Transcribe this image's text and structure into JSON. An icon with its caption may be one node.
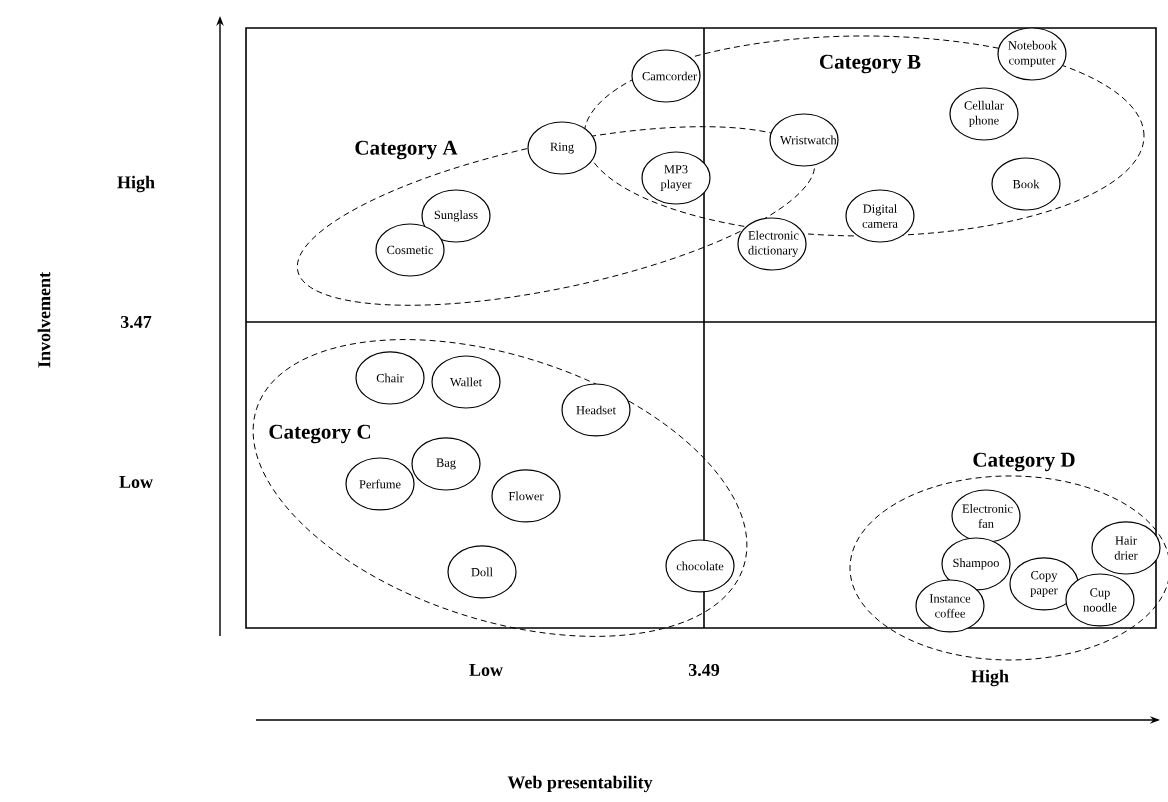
{
  "diagram": {
    "nodes": [
      {
        "text": [
          "Category A"
        ]
      },
      {
        "text": [
          "Category B"
        ]
      },
      {
        "text": [
          "Category C"
        ]
      },
      {
        "text": [
          "Category D"
        ]
      },
      {
        "text": [
          "Camcorder"
        ],
        "in": 1
      },
      {
        "text": [
          "Notebook computer"
        ],
        "in": 1
      },
      {
        "text": [
          "Cellular phone"
        ],
        "in": 1
      },
      {
        "text": [
          "Wristwatch"
        ],
        "in": 1
      },
      {
        "text": [
          "Ring"
        ],
        "in": 0
      },
      {
        "text": [
          "MP3 player"
        ]
      },
      {
        "text": [
          "Book"
        ],
        "in": 1
      },
      {
        "text": [
          "Sunglass"
        ],
        "in": 0
      },
      {
        "text": [
          "Digital camera"
        ],
        "in": 1
      },
      {
        "text": [
          "Electronic dictionary"
        ],
        "in": 0
      },
      {
        "text": [
          "Cosmetic"
        ],
        "in": 0
      },
      {
        "text": [
          "Chair"
        ],
        "in": 2
      },
      {
        "text": [
          "Wallet"
        ],
        "in": 2
      },
      {
        "text": [
          "Headset"
        ],
        "in": 2
      },
      {
        "text": [
          "Bag"
        ],
        "in": 2
      },
      {
        "text": [
          "Perfume"
        ],
        "in": 2
      },
      {
        "text": [
          "Flower"
        ],
        "in": 2
      },
      {
        "text": [
          "Electronic fan"
        ],
        "in": 3
      },
      {
        "text": [
          "Hair drier"
        ],
        "in": 3
      },
      {
        "text": [
          "Shampoo"
        ],
        "in": 3
      },
      {
        "text": [
          "Doll"
        ],
        "in": 2
      },
      {
        "text": [
          "chocolate"
        ],
        "in": 2
      },
      {
        "text": [
          "Copy paper"
        ],
        "in": 3
      },
      {
        "text": [
          "Instance coffee"
        ],
        "in": 3
      },
      {
        "text": [
          "Cup noodle"
        ],
        "in": 3
      }
    ],
    "labels": [
      "Involvement",
      "High",
      "3.47",
      "Low",
      "Low",
      "3.49",
      "High",
      "Web presentability"
    ]
  }
}
